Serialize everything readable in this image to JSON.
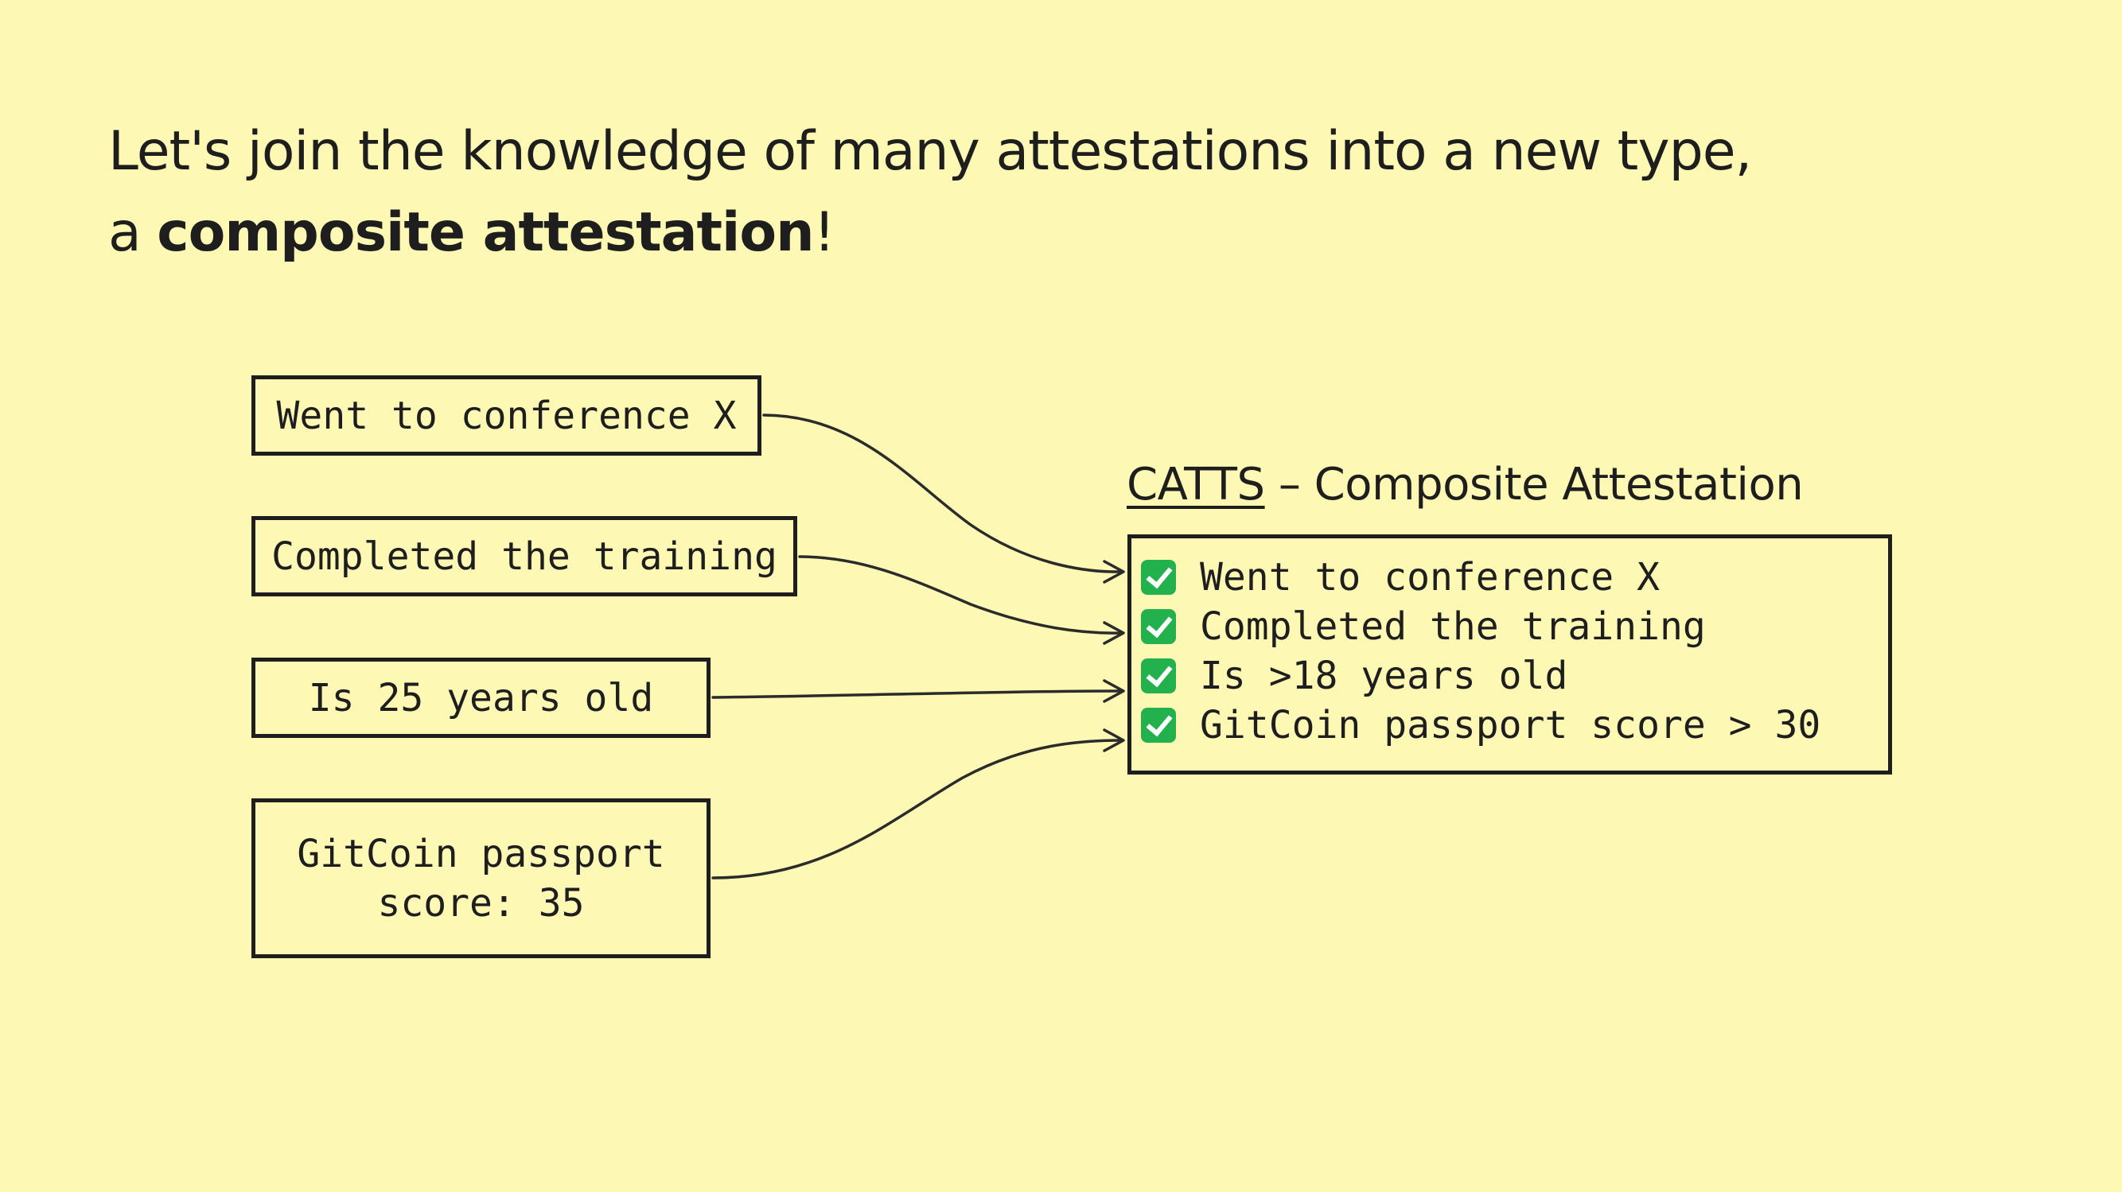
{
  "headline": {
    "line1": "Let's join the knowledge of many attestations into a new type,",
    "line2_prefix": "a ",
    "line2_bold": "composite attestation",
    "line2_suffix": "!"
  },
  "sources": [
    {
      "lines": [
        "Went to conference X"
      ]
    },
    {
      "lines": [
        "Completed the training"
      ]
    },
    {
      "lines": [
        "Is 25 years old"
      ]
    },
    {
      "lines": [
        "GitCoin passport",
        "score: 35"
      ]
    }
  ],
  "target": {
    "acronym": "CATTS",
    "title_rest": " – Composite Attestation",
    "items": [
      {
        "icon": "check-mark-icon",
        "label": "Went to conference X"
      },
      {
        "icon": "check-mark-icon",
        "label": "Completed the training"
      },
      {
        "icon": "check-mark-icon",
        "label": "Is >18 years old"
      },
      {
        "icon": "check-mark-icon",
        "label": "GitCoin passport score > 30"
      }
    ]
  },
  "colors": {
    "background": "#fdf8b4",
    "ink": "#1e1e1e",
    "check": "#22b14c"
  }
}
